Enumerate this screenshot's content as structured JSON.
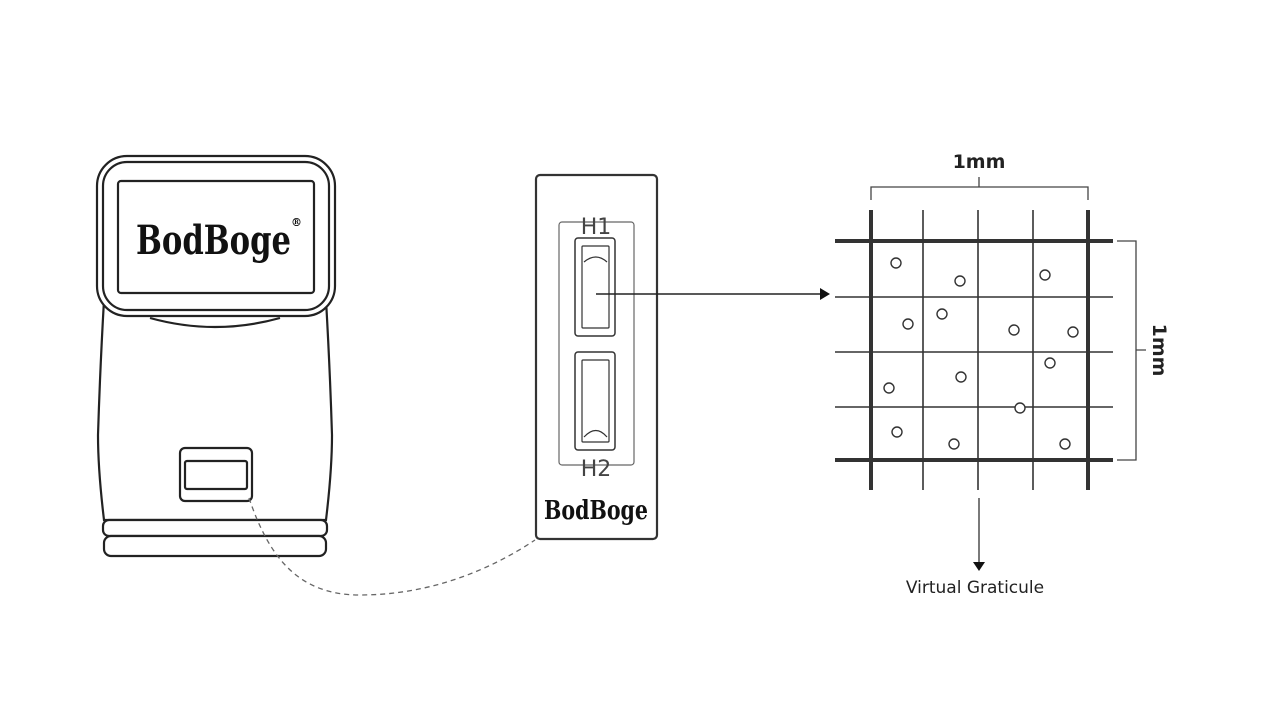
{
  "device": {
    "brand": "BodBoge",
    "registered_mark": "®"
  },
  "slide": {
    "brand": "BodBoge",
    "chamber_top": "H1",
    "chamber_bottom": "H2"
  },
  "graticule": {
    "width_label": "1mm",
    "height_label": "1mm",
    "caption": "Virtual Graticule"
  },
  "colors": {
    "line": "#333333",
    "dashed": "#666666"
  }
}
